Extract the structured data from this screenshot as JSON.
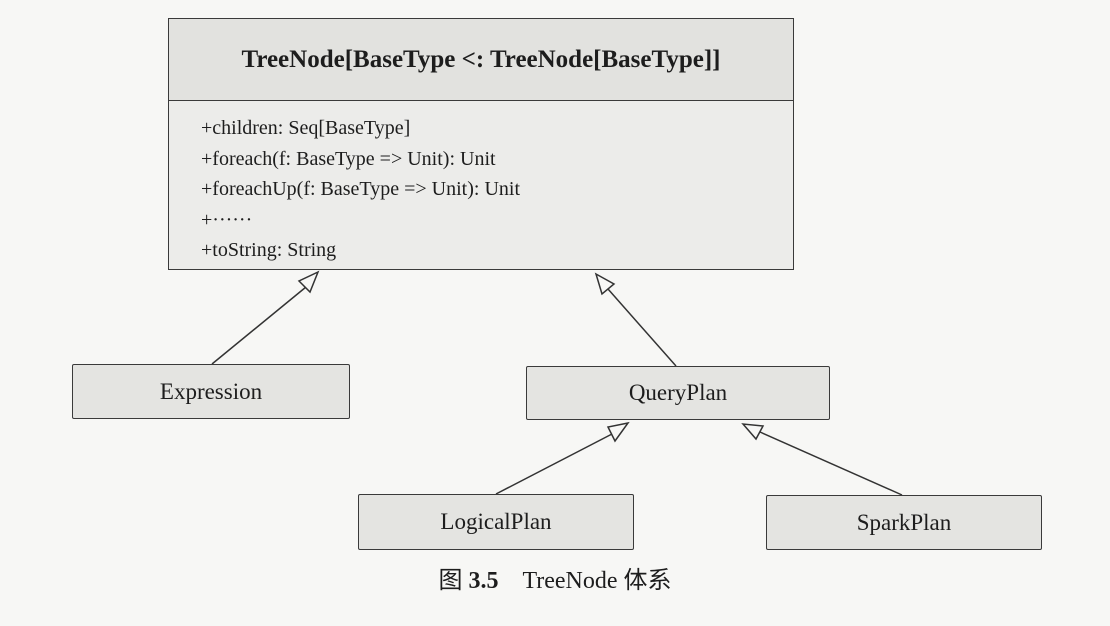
{
  "diagram": {
    "root_class": {
      "name": "TreeNode[BaseType <: TreeNode[BaseType]]",
      "members": [
        "+children: Seq[BaseType]",
        "+foreach(f: BaseType => Unit): Unit",
        "+foreachUp(f: BaseType => Unit): Unit",
        "+······",
        "+toString: String"
      ]
    },
    "nodes": {
      "expression": "Expression",
      "queryplan": "QueryPlan",
      "logicalplan": "LogicalPlan",
      "sparkplan": "SparkPlan"
    },
    "relationships": [
      {
        "from": "Expression",
        "to": "TreeNode[BaseType <: TreeNode[BaseType]]",
        "type": "inheritance"
      },
      {
        "from": "QueryPlan",
        "to": "TreeNode[BaseType <: TreeNode[BaseType]]",
        "type": "inheritance"
      },
      {
        "from": "LogicalPlan",
        "to": "QueryPlan",
        "type": "inheritance"
      },
      {
        "from": "SparkPlan",
        "to": "QueryPlan",
        "type": "inheritance"
      }
    ]
  },
  "caption": {
    "prefix": "图",
    "number": "3.5",
    "text": "TreeNode 体系"
  },
  "colors": {
    "line": "#333333",
    "box_fill": "#e4e4e1",
    "background": "#f7f7f5"
  }
}
